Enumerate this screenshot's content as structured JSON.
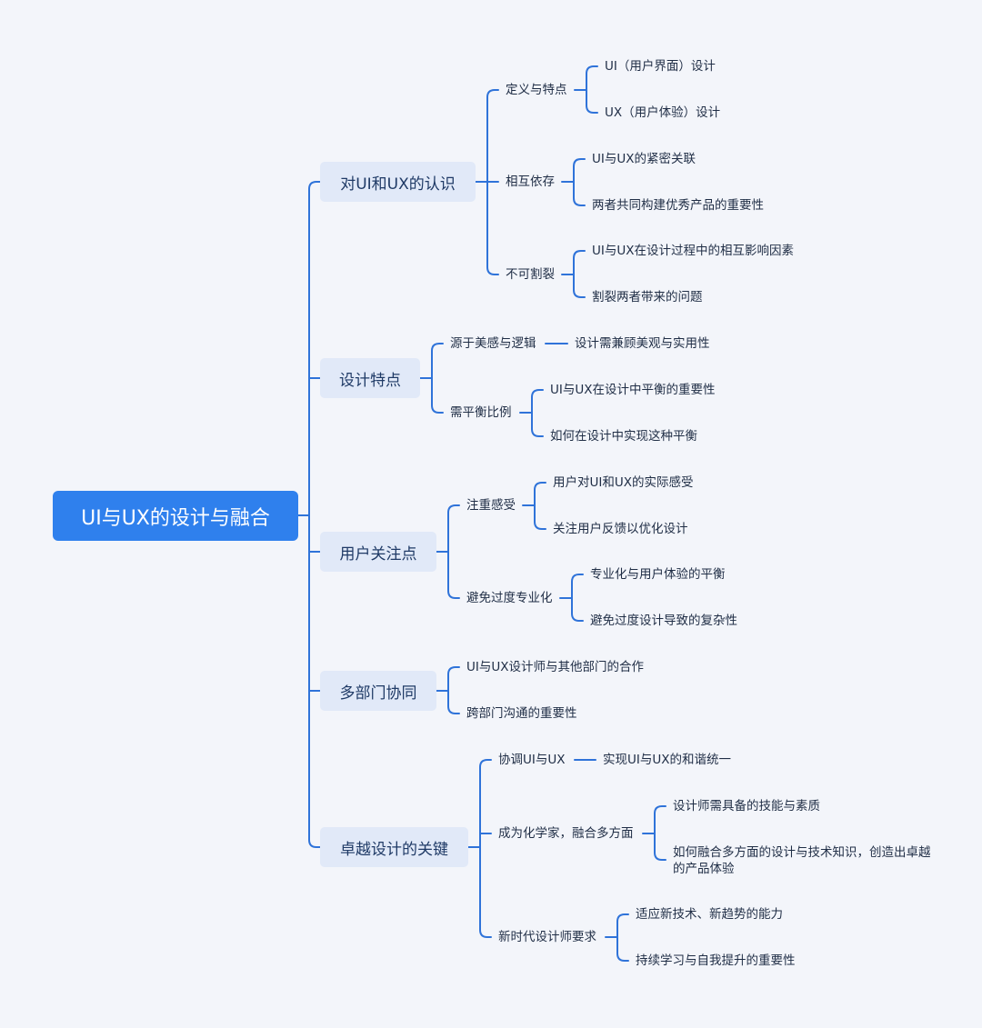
{
  "mindmap": {
    "root": "UI与UX的设计与融合",
    "b1": {
      "label": "对UI和UX的认识",
      "c1": {
        "label": "定义与特点",
        "items": [
          "UI（用户界面）设计",
          "UX（用户体验）设计"
        ]
      },
      "c2": {
        "label": "相互依存",
        "items": [
          "UI与UX的紧密关联",
          "两者共同构建优秀产品的重要性"
        ]
      },
      "c3": {
        "label": "不可割裂",
        "items": [
          "UI与UX在设计过程中的相互影响因素",
          "割裂两者带来的问题"
        ]
      }
    },
    "b2": {
      "label": "设计特点",
      "c1": {
        "label": "源于美感与逻辑",
        "items": [
          "设计需兼顾美观与实用性"
        ]
      },
      "c2": {
        "label": "需平衡比例",
        "items": [
          "UI与UX在设计中平衡的重要性",
          "如何在设计中实现这种平衡"
        ]
      }
    },
    "b3": {
      "label": "用户关注点",
      "c1": {
        "label": "注重感受",
        "items": [
          "用户对UI和UX的实际感受",
          "关注用户反馈以优化设计"
        ]
      },
      "c2": {
        "label": "避免过度专业化",
        "items": [
          "专业化与用户体验的平衡",
          "避免过度设计导致的复杂性"
        ]
      }
    },
    "b4": {
      "label": "多部门协同",
      "items": [
        "UI与UX设计师与其他部门的合作",
        "跨部门沟通的重要性"
      ]
    },
    "b5": {
      "label": "卓越设计的关键",
      "c1": {
        "label": "协调UI与UX",
        "items": [
          "实现UI与UX的和谐统一"
        ]
      },
      "c2": {
        "label": "成为化学家，融合多方面",
        "items": [
          "设计师需具备的技能与素质",
          "如何融合多方面的设计与技术知识，创造出卓越的产品体验"
        ]
      },
      "c3": {
        "label": "新时代设计师要求",
        "items": [
          "适应新技术、新趋势的能力",
          "持续学习与自我提升的重要性"
        ]
      }
    }
  },
  "colors": {
    "background": "#f3f5fa",
    "root_fill": "#2f80ed",
    "branch_fill": "#e1e9f8",
    "connector": "#2f73d9"
  }
}
